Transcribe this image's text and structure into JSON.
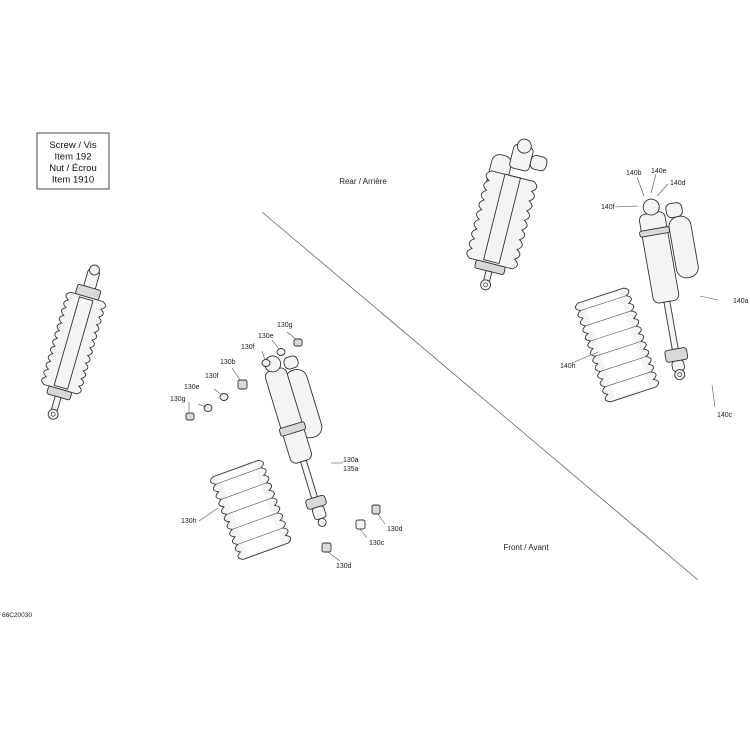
{
  "note_box": {
    "line1": "Screw / Vis",
    "line2": "Item 192",
    "line3": "Nut / Écrou",
    "line4": "Item 1910"
  },
  "zones": {
    "rear": "Rear / Arrière",
    "front": "Front / Avant"
  },
  "reference_code": "66C20030",
  "callouts": {
    "c130a": "130a",
    "c135a": "135a",
    "c130b": "130b",
    "c130c": "130c",
    "c130d_right": "130d",
    "c130d_bottom": "130d",
    "c130e_top": "130e",
    "c130e_left": "130e",
    "c130f_top": "130f",
    "c130f_left": "130f",
    "c130g_top": "130g",
    "c130g_left": "130g",
    "c130h": "130h",
    "c140a": "140a",
    "c140b": "140b",
    "c140c": "140c",
    "c140d": "140d",
    "c140e": "140e",
    "c140f": "140f",
    "c140h": "140h"
  }
}
